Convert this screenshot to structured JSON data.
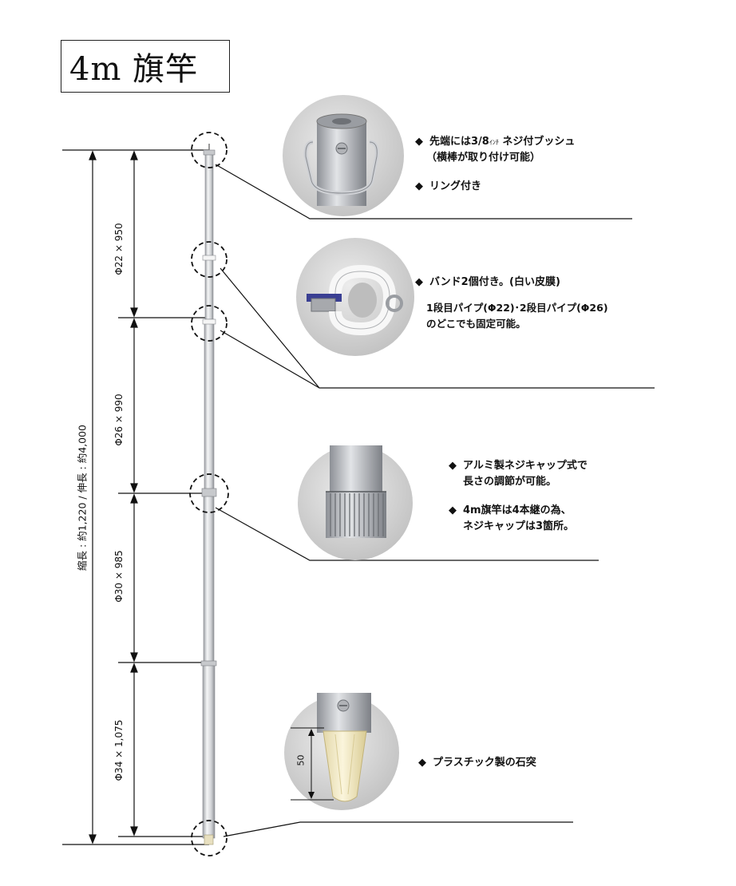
{
  "title": "4m  旗竿",
  "total_length_label": "縮長 : 約1,220 / 伸長 : 約4,000",
  "sections": [
    {
      "label": "Φ22 × 950"
    },
    {
      "label": "Φ26 × 990"
    },
    {
      "label": "Φ30 × 985"
    },
    {
      "label": "Φ34 × 1,075"
    }
  ],
  "top_notes": {
    "line1_pre": "先端には3/8",
    "line1_small": "ｲﾝﾁ",
    "line1_post": " ネジ付ブッシュ",
    "line2": "（横棒が取り付け可能）",
    "line3": "リング付き"
  },
  "band_notes": {
    "line1": "バンド2個付き。(白い皮膜)",
    "line2": "1段目パイプ(Φ22)･2段目パイプ(Φ26)",
    "line3": "のどこでも固定可能。"
  },
  "cap_notes": {
    "line1": "アルミ製ネジキャップ式で",
    "line2": "長さの調節が可能。",
    "line3": "4m旗竿は4本継の為、",
    "line4": "ネジキャップは3箇所。"
  },
  "spike_notes": {
    "line1": "プラスチック製の石突",
    "dimension": "50"
  },
  "bullet": "◆",
  "colors": {
    "pole": "#d8dadd",
    "metal": "#b9bbbf",
    "spike": "#efe6c4",
    "line": "#111111"
  }
}
